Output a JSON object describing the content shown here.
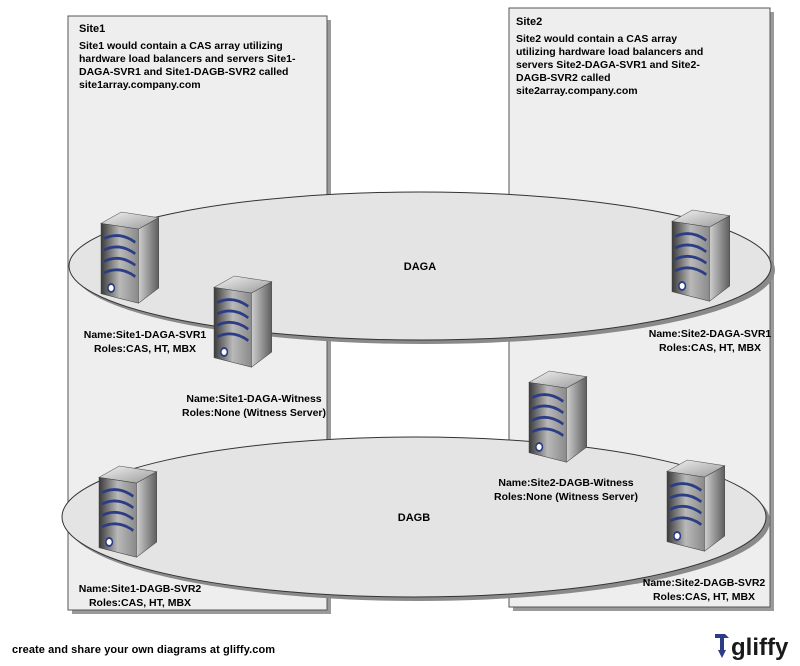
{
  "sites": [
    {
      "title": "Site1",
      "desc": [
        "Site1 would contain a CAS array utilizing",
        "hardware load balancers and servers Site1-",
        "DAGA-SVR1 and Site1-DAGB-SVR2 called",
        "site1array.company.com"
      ]
    },
    {
      "title": "Site2",
      "desc": [
        "Site2 would contain a CAS array",
        "utilizing hardware load balancers and",
        "servers Site2-DAGA-SVR1 and Site2-",
        "DAGB-SVR2 called",
        "site2array.company.com"
      ]
    }
  ],
  "dags": [
    {
      "label": "DAGA"
    },
    {
      "label": "DAGB"
    }
  ],
  "servers": [
    {
      "name": "Name:Site1-DAGA-SVR1",
      "roles": "Roles:CAS, HT, MBX",
      "icon": "server-icon"
    },
    {
      "name": "Name:Site1-DAGA-Witness",
      "roles": "Roles:None (Witness Server)",
      "icon": "server-icon"
    },
    {
      "name": "Name:Site2-DAGA-SVR1",
      "roles": "Roles:CAS, HT, MBX",
      "icon": "server-icon"
    },
    {
      "name": "Name:Site2-DAGB-Witness",
      "roles": "Roles:None (Witness Server)",
      "icon": "server-icon"
    },
    {
      "name": "Name:Site1-DAGB-SVR2",
      "roles": "Roles:CAS, HT, MBX",
      "icon": "server-icon"
    },
    {
      "name": "Name:Site2-DAGB-SVR2",
      "roles": "Roles:CAS, HT, MBX",
      "icon": "server-icon"
    }
  ],
  "footer": {
    "text": "create and share your own diagrams at gliffy.com",
    "brand": "gliffy"
  },
  "colors": {
    "site_fill": "#eeeeee",
    "ellipse_fill": "#e4e4e4",
    "server_stripe": "#2c3d86"
  }
}
